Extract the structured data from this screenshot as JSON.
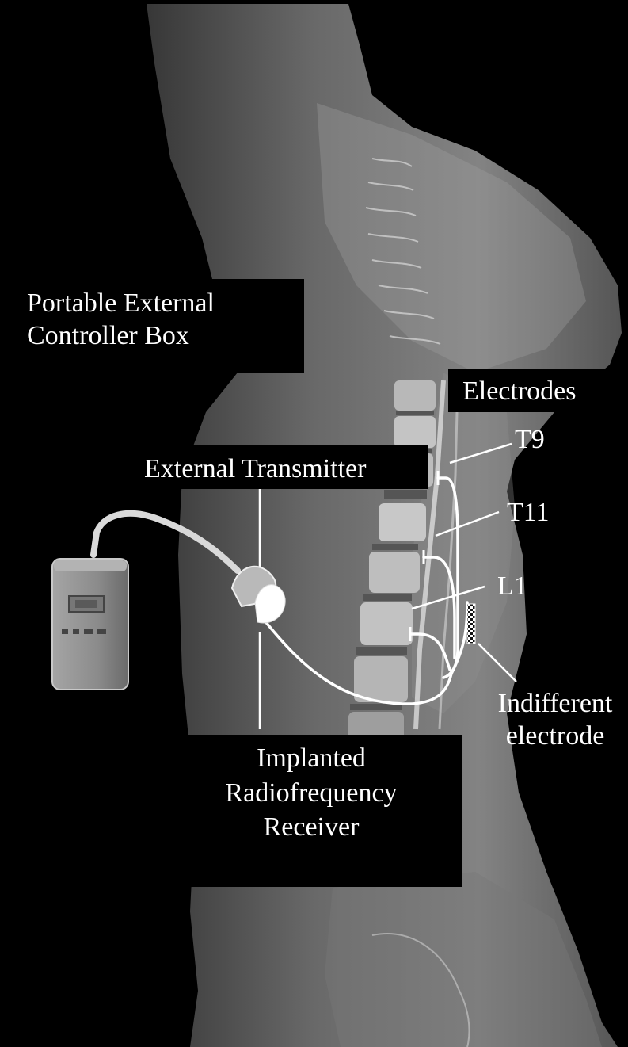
{
  "labels": {
    "controller": {
      "line1": "Portable External",
      "line2": "Controller Box"
    },
    "transmitter": "External Transmitter",
    "electrodes": "Electrodes",
    "t9": "T9",
    "t11": "T11",
    "l1": "L1",
    "indifferent": {
      "line1": "Indifferent",
      "line2": "electrode"
    },
    "receiver": {
      "line1": "Implanted",
      "line2": "Radiofrequency",
      "line3": "Receiver"
    }
  },
  "colors": {
    "background": "#000000",
    "label_text": "#ffffff",
    "leader_lines": "#ffffff",
    "body_tint": "#9a9a9a",
    "device": "#8c8c8c"
  }
}
